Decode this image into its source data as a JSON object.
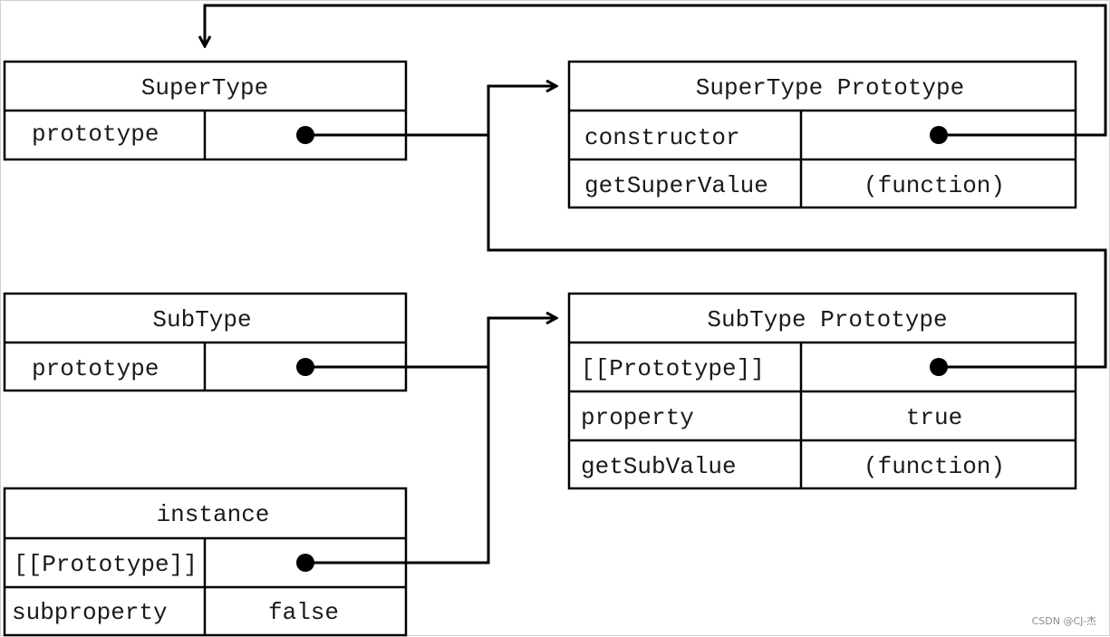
{
  "boxes": {
    "supertype": {
      "title": "SuperType",
      "rows": [
        {
          "key": "prototype",
          "value": ""
        }
      ]
    },
    "supertype_prototype": {
      "title": "SuperType Prototype",
      "rows": [
        {
          "key": "constructor",
          "value": ""
        },
        {
          "key": "getSuperValue",
          "value": "(function)"
        }
      ]
    },
    "subtype": {
      "title": "SubType",
      "rows": [
        {
          "key": "prototype",
          "value": ""
        }
      ]
    },
    "subtype_prototype": {
      "title": "SubType Prototype",
      "rows": [
        {
          "key": "[[Prototype]]",
          "value": ""
        },
        {
          "key": "property",
          "value": "true"
        },
        {
          "key": "getSubValue",
          "value": "(function)"
        }
      ]
    },
    "instance": {
      "title": "instance",
      "rows": [
        {
          "key": "[[Prototype]]",
          "value": ""
        },
        {
          "key": "subproperty",
          "value": "false"
        }
      ]
    }
  },
  "watermark": "CSDN @CJ-杰",
  "colors": {
    "stroke": "#000000",
    "background": "#ffffff",
    "text": "#1a1a1a"
  }
}
